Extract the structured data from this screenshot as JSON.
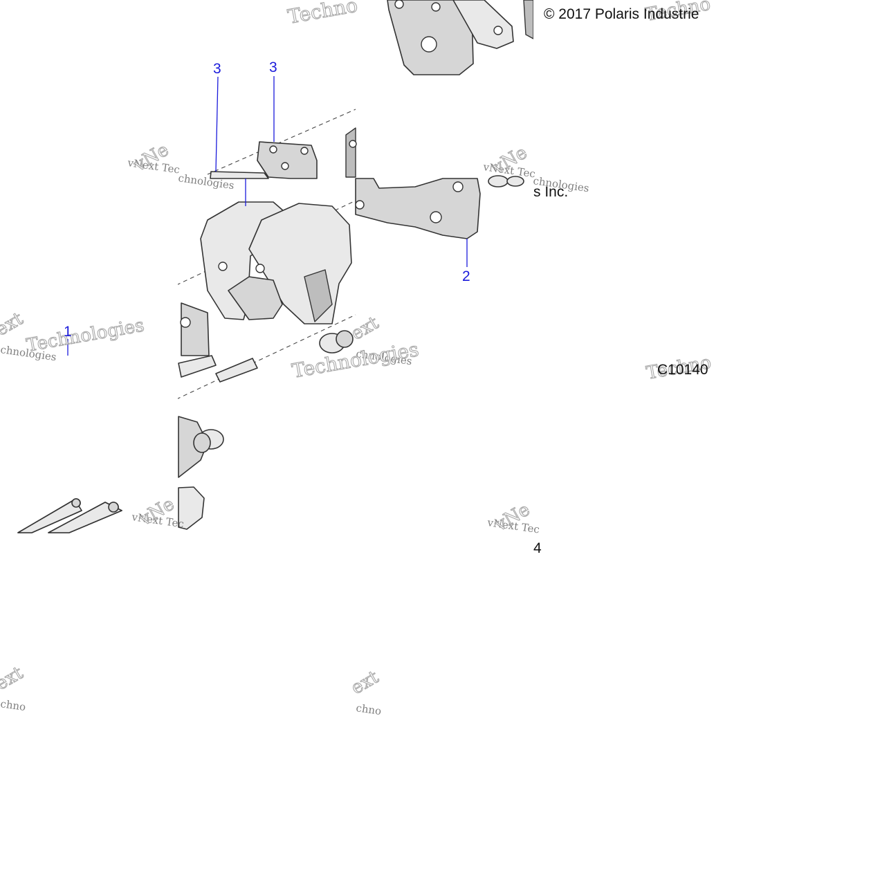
{
  "copyright": {
    "line1": "© 2017 Polaris Industrie",
    "line2": "s Inc."
  },
  "diagram_code": "C10140",
  "callouts": {
    "c1": "1",
    "c2": "2",
    "c3a": "3",
    "c3b": "3",
    "c4": "4"
  },
  "watermark": {
    "vnext": "vNext",
    "vnext_short": "vNe",
    "next_frag": "ext",
    "tech_prefix": "vNext Tec",
    "technologies": "Technologies",
    "chnologies": "chnologies",
    "techno": "Techno",
    "echno": "echno",
    "chno": "chno"
  },
  "colors": {
    "callout": "#1a1adb",
    "text": "#111111",
    "part_fill": "#d6d6d6",
    "outline": "#333333"
  }
}
